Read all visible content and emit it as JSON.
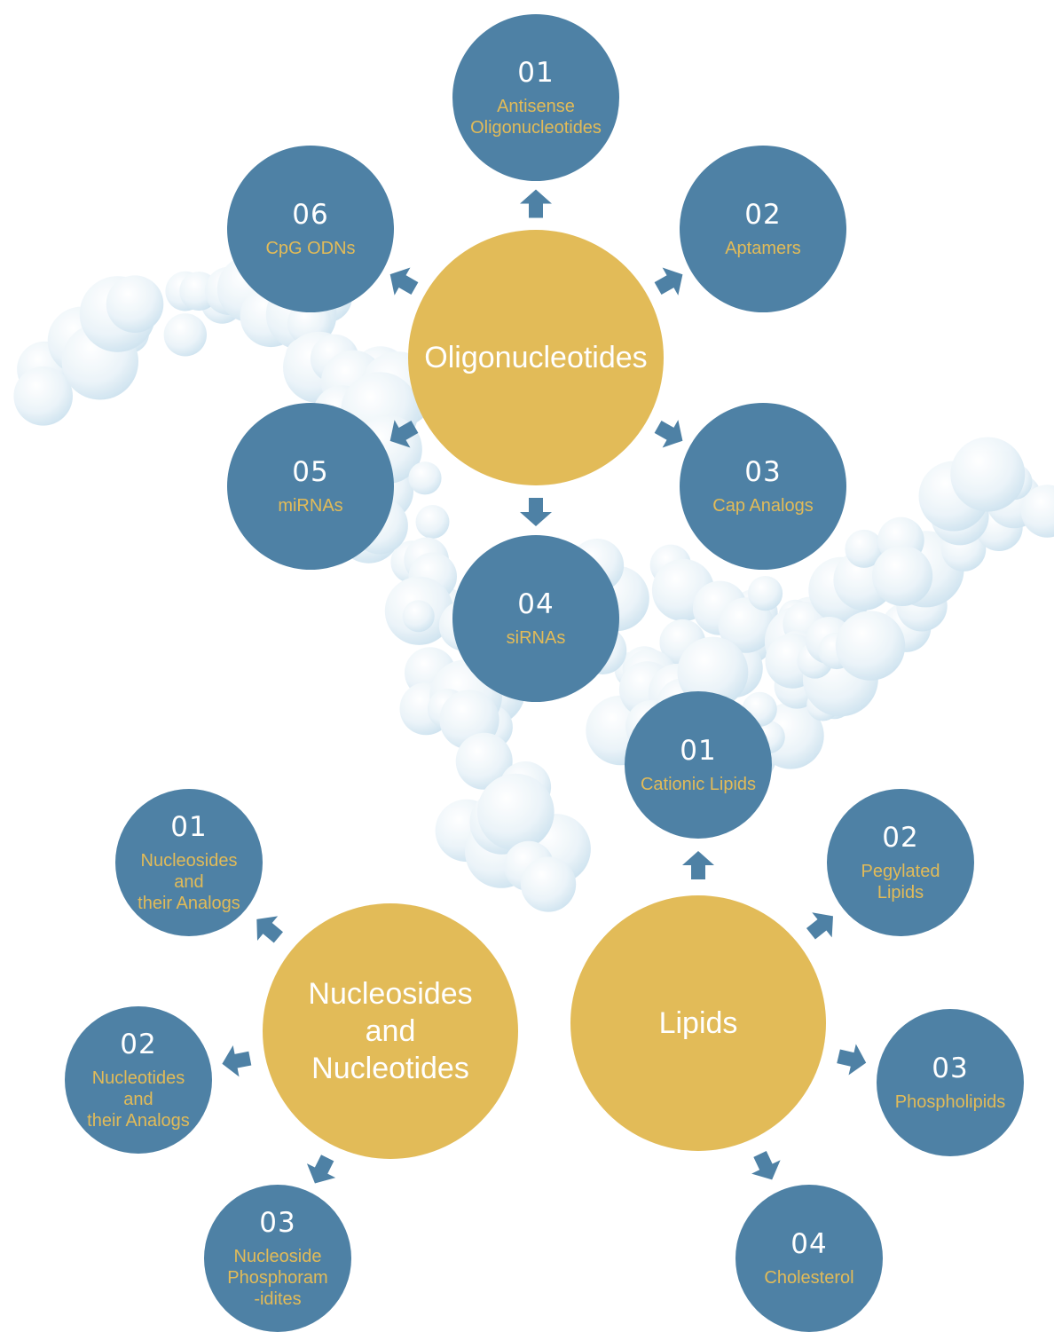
{
  "colors": {
    "hub": "#e2bb58",
    "leaf": "#4e81a5",
    "number": "#ffffff",
    "label": "#e2bb58",
    "bubbles": "#d6e8f2"
  },
  "clusters": [
    {
      "id": "oligonucleotides",
      "hub": "Oligonucleotides",
      "items": [
        {
          "num": "01",
          "label": "Antisense\nOligonucleotides"
        },
        {
          "num": "02",
          "label": "Aptamers"
        },
        {
          "num": "03",
          "label": "Cap Analogs"
        },
        {
          "num": "04",
          "label": "siRNAs"
        },
        {
          "num": "05",
          "label": "miRNAs"
        },
        {
          "num": "06",
          "label": "CpG ODNs"
        }
      ]
    },
    {
      "id": "nucleosides",
      "hub": "Nucleosides\nand\nNucleotides",
      "items": [
        {
          "num": "01",
          "label": "Nucleosides\nand\ntheir Analogs"
        },
        {
          "num": "02",
          "label": "Nucleotides\nand\ntheir Analogs"
        },
        {
          "num": "03",
          "label": "Nucleoside\nPhosphoram\n-idites"
        }
      ]
    },
    {
      "id": "lipids",
      "hub": "Lipids",
      "items": [
        {
          "num": "01",
          "label": "Cationic Lipids"
        },
        {
          "num": "02",
          "label": "Pegylated\nLipids"
        },
        {
          "num": "03",
          "label": "Phospholipids"
        },
        {
          "num": "04",
          "label": "Cholesterol"
        }
      ]
    }
  ]
}
